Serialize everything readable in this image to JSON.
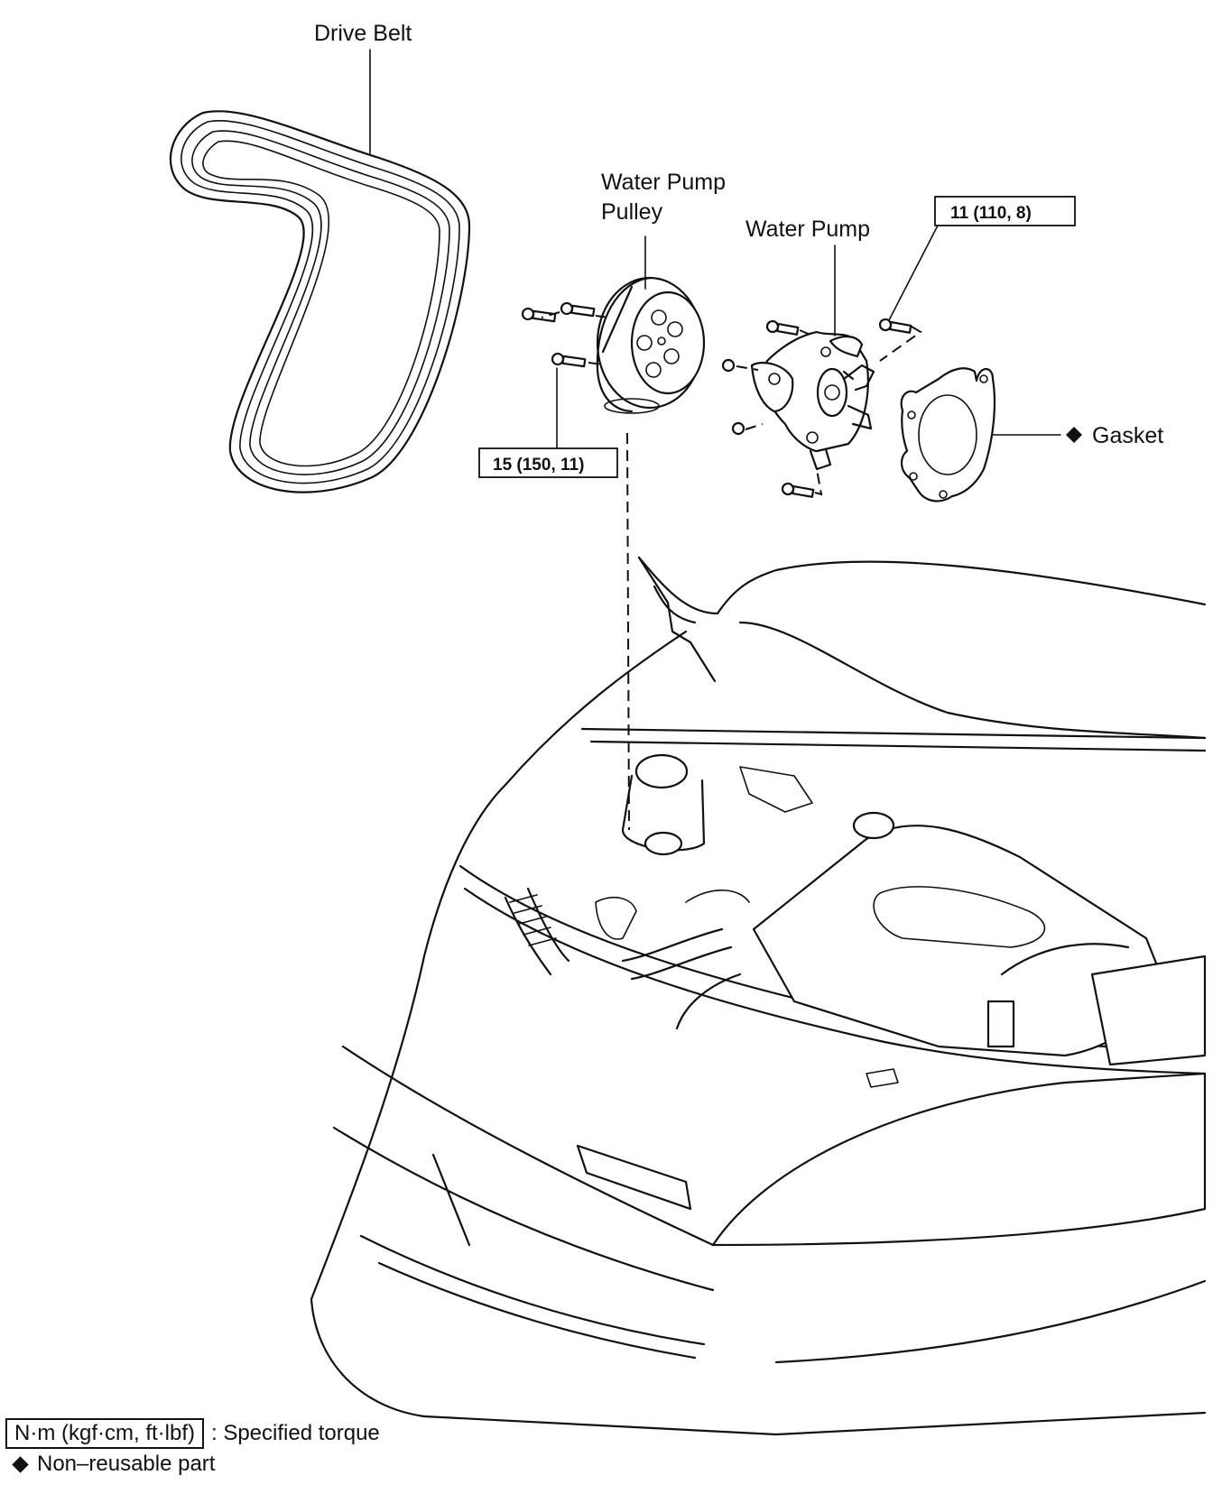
{
  "labels": {
    "drive_belt": "Drive Belt",
    "water_pump_pulley_line1": "Water Pump",
    "water_pump_pulley_line2": "Pulley",
    "water_pump": "Water Pump",
    "gasket": "Gasket"
  },
  "torque_callouts": {
    "pump_bolts": "11 (110, 8)",
    "pulley_bolts": "15 (150, 11)"
  },
  "legend": {
    "torque_unit_box": "N·m (kgf·cm, ft·lbf)",
    "torque_desc": ": Specified torque",
    "non_reusable": "Non–reusable part"
  },
  "icons": {
    "non_reusable_marker": "diamond-icon"
  }
}
